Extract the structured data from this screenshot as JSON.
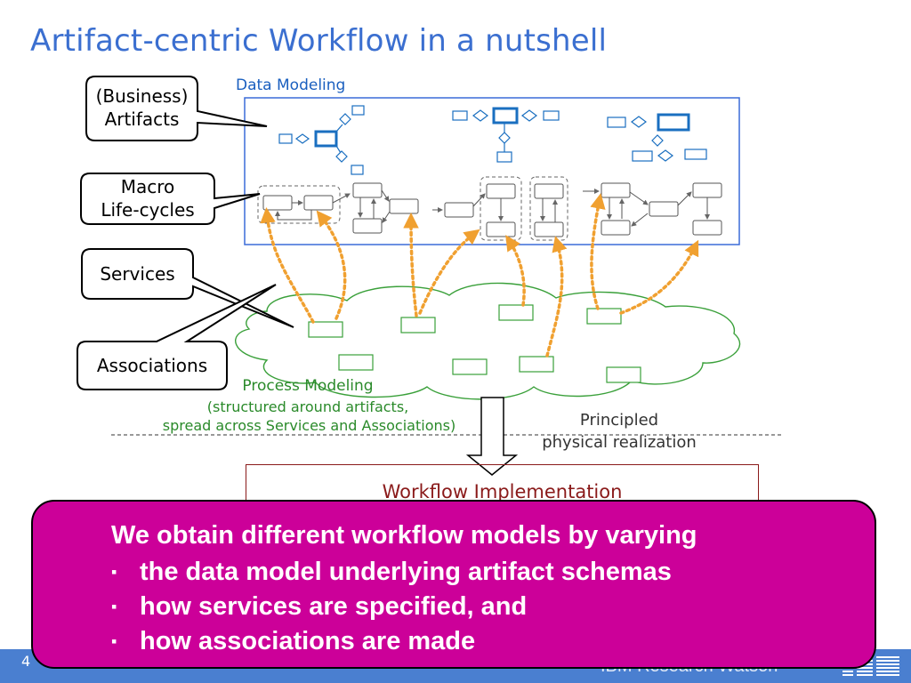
{
  "slide": {
    "title": "Artifact-centric Workflow in a nutshell",
    "data_modeling_label": "Data Modeling",
    "callouts": {
      "artifacts": "(Business)\nArtifacts",
      "lifecycles": "Macro\nLife-cycles",
      "services": "Services",
      "associations": "Associations"
    },
    "process_modeling": {
      "title": "Process Modeling",
      "line1": "(structured around artifacts,",
      "line2": "spread across Services and Associations)"
    },
    "principled": {
      "line1": "Principled",
      "line2": "physical realization"
    },
    "workflow_implementation": "Workflow Implementation"
  },
  "popup": {
    "title": "We obtain different workflow models by varying",
    "bullet_glyph": "▪",
    "items": [
      "the data model underlying artifact schemas",
      "how services are specified, and",
      "how associations are made"
    ]
  },
  "footer": {
    "page_number": "4",
    "brand": "IBM Research Watson"
  },
  "colors": {
    "title": "#3b6fd0",
    "data_box": "#3a6bd8",
    "cloud": "#3aa03a",
    "arrow": "#f0a030",
    "popup_bg": "#cc0099",
    "footer_bg": "#4a7fd0"
  },
  "icons": [
    "ibm-logo-icon",
    "down-arrow-icon"
  ]
}
